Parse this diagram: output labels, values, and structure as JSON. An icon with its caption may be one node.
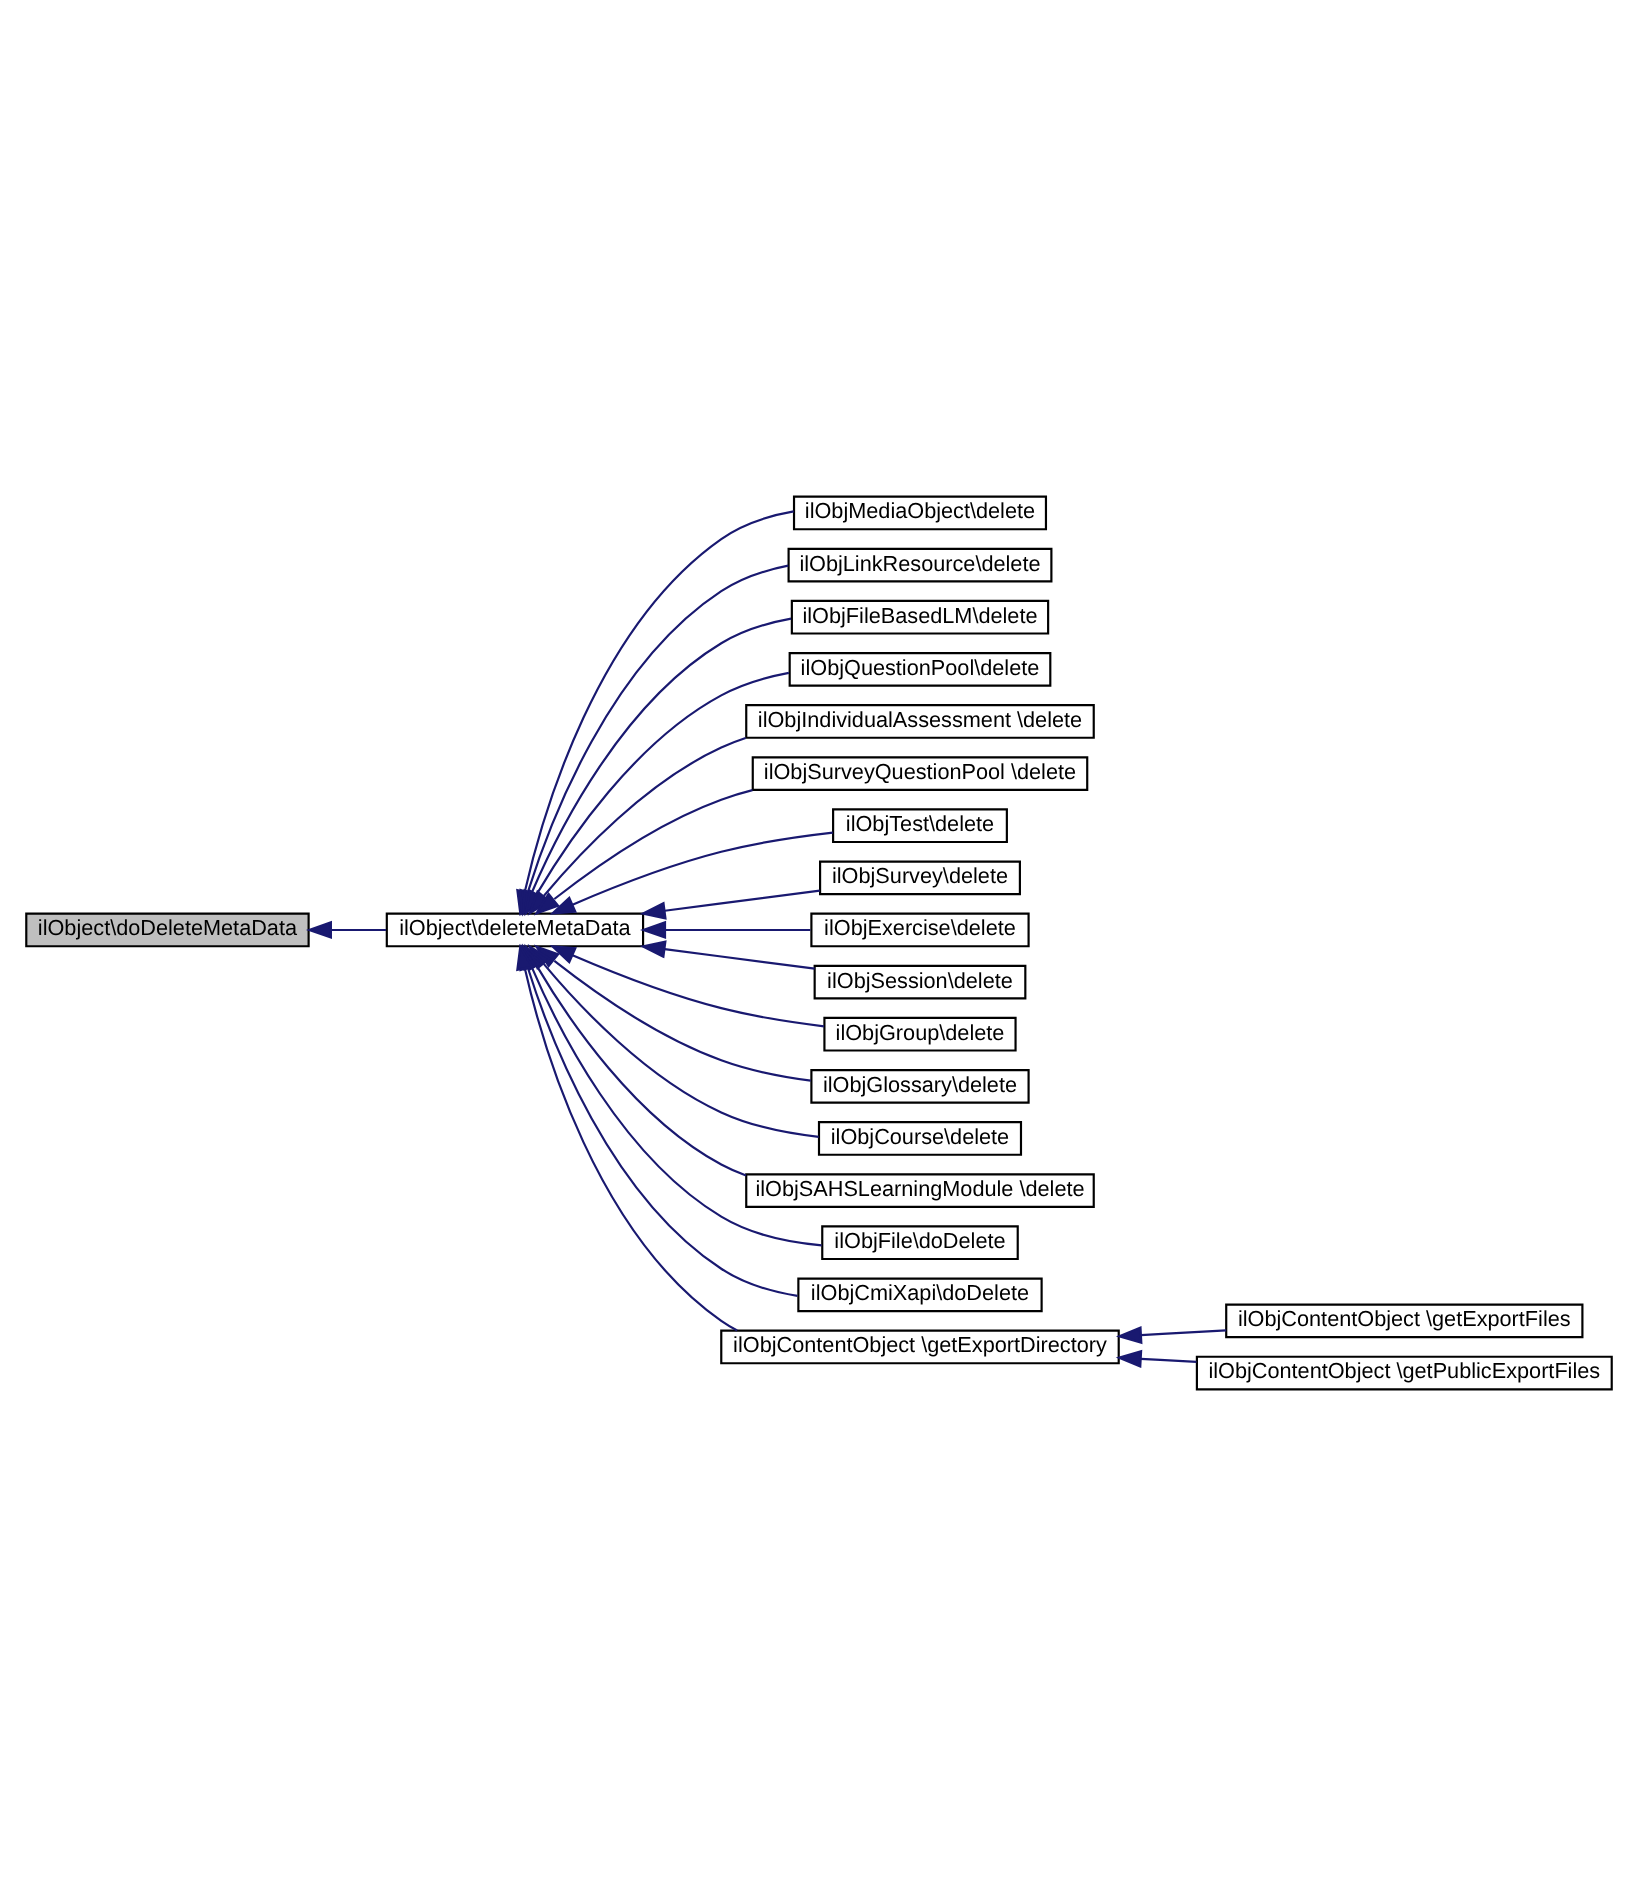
{
  "diagram": {
    "nodes": [
      {
        "text": [
          "ilObject\\doDeleteMetaData"
        ]
      },
      {
        "text": [
          "ilObject\\deleteMetaData"
        ]
      },
      {
        "text": [
          "ilObjMediaObject\\delete"
        ]
      },
      {
        "text": [
          "ilObjLinkResource\\delete"
        ]
      },
      {
        "text": [
          "ilObjFileBasedLM\\delete"
        ]
      },
      {
        "text": [
          "ilObjQuestionPool\\delete"
        ]
      },
      {
        "text": [
          "ilObjIndividualAssessment \\delete"
        ]
      },
      {
        "text": [
          "ilObjSurveyQuestionPool \\delete"
        ]
      },
      {
        "text": [
          "ilObjTest\\delete"
        ]
      },
      {
        "text": [
          "ilObjSurvey\\delete"
        ]
      },
      {
        "text": [
          "ilObjExercise\\delete"
        ]
      },
      {
        "text": [
          "ilObjSession\\delete"
        ]
      },
      {
        "text": [
          "ilObjGroup\\delete"
        ]
      },
      {
        "text": [
          "ilObjGlossary\\delete"
        ]
      },
      {
        "text": [
          "ilObjCourse\\delete"
        ]
      },
      {
        "text": [
          "ilObjSAHSLearningModule \\delete"
        ]
      },
      {
        "text": [
          "ilObjFile\\doDelete"
        ]
      },
      {
        "text": [
          "ilObjCmiXapi\\doDelete"
        ]
      },
      {
        "text": [
          "ilObjContentObject \\getExportDirectory"
        ]
      },
      {
        "text": [
          "ilObjContentObject \\getExportFiles"
        ]
      },
      {
        "text": [
          "ilObjContentObject \\getPublicExportFiles"
        ]
      }
    ],
    "edges": [
      {
        "from": 1,
        "to": 0,
        "arrow": "to"
      },
      {
        "from": 2,
        "to": 1,
        "arrow": "to"
      },
      {
        "from": 3,
        "to": 1,
        "arrow": "to"
      },
      {
        "from": 4,
        "to": 1,
        "arrow": "to"
      },
      {
        "from": 5,
        "to": 1,
        "arrow": "to"
      },
      {
        "from": 6,
        "to": 1,
        "arrow": "to"
      },
      {
        "from": 7,
        "to": 1,
        "arrow": "to"
      },
      {
        "from": 8,
        "to": 1,
        "arrow": "to"
      },
      {
        "from": 9,
        "to": 1,
        "arrow": "to"
      },
      {
        "from": 10,
        "to": 1,
        "arrow": "to"
      },
      {
        "from": 11,
        "to": 1,
        "arrow": "to"
      },
      {
        "from": 12,
        "to": 1,
        "arrow": "to"
      },
      {
        "from": 13,
        "to": 1,
        "arrow": "to"
      },
      {
        "from": 14,
        "to": 1,
        "arrow": "to"
      },
      {
        "from": 15,
        "to": 1,
        "arrow": "to"
      },
      {
        "from": 16,
        "to": 1,
        "arrow": "to"
      },
      {
        "from": 17,
        "to": 1,
        "arrow": "to"
      },
      {
        "from": 18,
        "to": 1,
        "arrow": "to"
      },
      {
        "from": 19,
        "to": 18,
        "arrow": "to"
      },
      {
        "from": 20,
        "to": 18,
        "arrow": "to"
      }
    ]
  }
}
